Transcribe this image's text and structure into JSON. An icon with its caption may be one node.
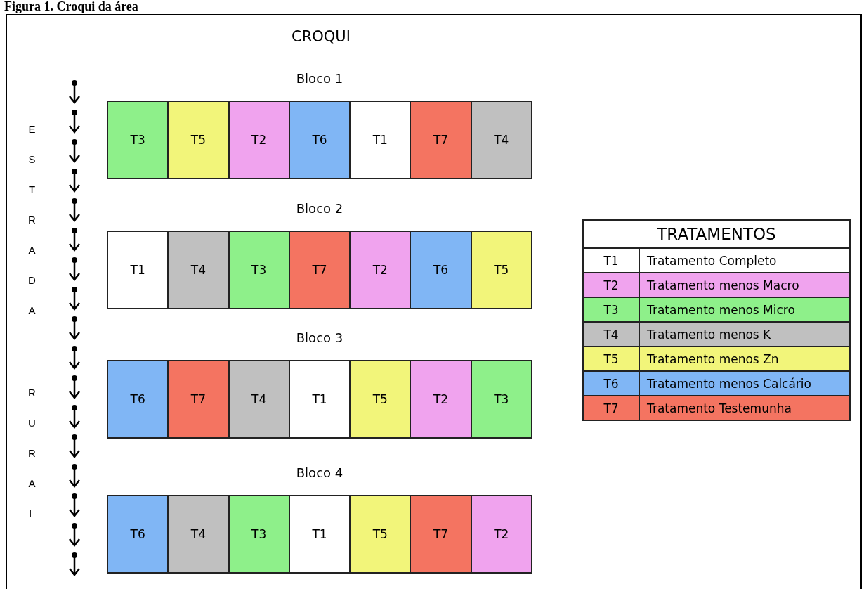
{
  "diagram": {
    "title": "Figura 1. Croqui da área",
    "nodes": [
      {
        "text": [
          "Bloco 1"
        ]
      },
      {
        "text": [
          "T3"
        ],
        "in": 0
      },
      {
        "text": [
          "T5"
        ],
        "in": 0
      },
      {
        "text": [
          "T2"
        ],
        "in": 0
      },
      {
        "text": [
          "T6"
        ],
        "in": 0
      },
      {
        "text": [
          "T1"
        ],
        "in": 0
      },
      {
        "text": [
          "T7"
        ],
        "in": 0
      },
      {
        "text": [
          "T4"
        ],
        "in": 0
      },
      {
        "text": [
          "Bloco 2"
        ]
      },
      {
        "text": [
          "T1"
        ],
        "in": 8
      },
      {
        "text": [
          "T4"
        ],
        "in": 8
      },
      {
        "text": [
          "T3"
        ],
        "in": 8
      },
      {
        "text": [
          "T7"
        ],
        "in": 8
      },
      {
        "text": [
          "T2"
        ],
        "in": 8
      },
      {
        "text": [
          "T6"
        ],
        "in": 8
      },
      {
        "text": [
          "T5"
        ],
        "in": 8
      },
      {
        "text": [
          "Bloco 3"
        ]
      },
      {
        "text": [
          "T6"
        ],
        "in": 16
      },
      {
        "text": [
          "T7"
        ],
        "in": 16
      },
      {
        "text": [
          "T4"
        ],
        "in": 16
      },
      {
        "text": [
          "T1"
        ],
        "in": 16
      },
      {
        "text": [
          "T5"
        ],
        "in": 16
      },
      {
        "text": [
          "T2"
        ],
        "in": 16
      },
      {
        "text": [
          "T3"
        ],
        "in": 16
      },
      {
        "text": [
          "Bloco 4"
        ]
      },
      {
        "text": [
          "T6"
        ],
        "in": 24
      },
      {
        "text": [
          "T4"
        ],
        "in": 24
      },
      {
        "text": [
          "T3"
        ],
        "in": 24
      },
      {
        "text": [
          "T1"
        ],
        "in": 24
      },
      {
        "text": [
          "T5"
        ],
        "in": 24
      },
      {
        "text": [
          "T7"
        ],
        "in": 24
      },
      {
        "text": [
          "T2"
        ],
        "in": 24
      }
    ],
    "edges": [],
    "labels": [
      "CROQUI",
      "ESTRADA",
      "RURAL",
      "TRATAMENTOS",
      "T1",
      "T2",
      "T3",
      "T4",
      "T5",
      "T6",
      "T7"
    ],
    "legend": [
      {
        "text": "Tratamento Completo",
        "color": "#ffffff"
      },
      {
        "text": "Tratamento menos Macro",
        "color": "#f0a3ee"
      },
      {
        "text": "Tratamento menos Micro",
        "color": "#8ef08a"
      },
      {
        "text": "Tratamento menos K",
        "color": "#c0c0c0"
      },
      {
        "text": "Tratamento menos Zn",
        "color": "#f2f57a"
      },
      {
        "text": "Tratamento menos Calcário",
        "color": "#80b6f5"
      },
      {
        "text": "Tratamento Testemunha",
        "color": "#f47461"
      }
    ]
  }
}
